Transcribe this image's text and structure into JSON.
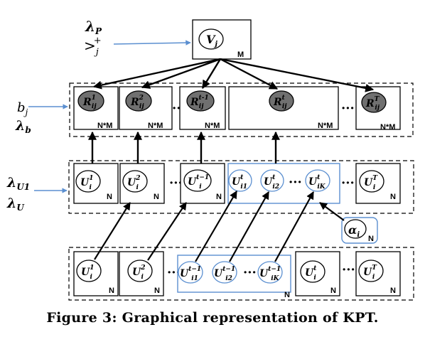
{
  "figure": {
    "caption": "Figure 3: Graphical representation of KPT."
  },
  "colors": {
    "ink": "#000000",
    "observed_fill": "#707070",
    "highlight": "#5b8fd0"
  },
  "params": {
    "lambda_p": "λP",
    "lambda_p_main": "λ",
    "lambda_p_sub": "P",
    "order": ">",
    "order_sub": "j",
    "order_sup": "+",
    "b": "b",
    "b_sub": "j",
    "lambda_b_main": "λ",
    "lambda_b_sub": "b",
    "lambda_u1_main": "λ",
    "lambda_u1_sub": "U1",
    "lambda_u_main": "λ",
    "lambda_u_sub": "U",
    "alpha_main": "α",
    "alpha_sub": "i"
  },
  "v_node": {
    "main": "V",
    "sub": "j",
    "plate": "M"
  },
  "r_nodes": [
    {
      "main": "R",
      "sup": "1",
      "sub": "ij",
      "plate": "N*M"
    },
    {
      "main": "R",
      "sup": "2",
      "sub": "ij",
      "plate": "N*M"
    },
    {
      "main": "R",
      "sup": "t-1",
      "sub": "ij",
      "plate": "N*M"
    },
    {
      "main": "R",
      "sup": "t",
      "sub": "ij",
      "plate": "N*M"
    },
    {
      "main": "R",
      "sup": "T",
      "sub": "ij",
      "plate": "N*M"
    }
  ],
  "u_mid_nodes": [
    {
      "main": "U",
      "sup": "1",
      "sub": "i"
    },
    {
      "main": "U",
      "sup": "2",
      "sub": "i"
    },
    {
      "main": "U",
      "sup": "t−1",
      "sub": "i"
    },
    {
      "main": "U",
      "sup": "t",
      "sub": "i1"
    },
    {
      "main": "U",
      "sup": "t",
      "sub": "i2"
    },
    {
      "main": "U",
      "sup": "t",
      "sub": "iK"
    },
    {
      "main": "U",
      "sup": "T",
      "sub": "i"
    }
  ],
  "u_bot_nodes": [
    {
      "main": "U",
      "sup": "1",
      "sub": "i"
    },
    {
      "main": "U",
      "sup": "2",
      "sub": "i"
    },
    {
      "main": "U",
      "sup": "t−1",
      "sub": "i1"
    },
    {
      "main": "U",
      "sup": "t−1",
      "sub": "i2"
    },
    {
      "main": "U",
      "sup": "t−1",
      "sub": "iK"
    },
    {
      "main": "U",
      "sup": "t",
      "sub": "i"
    },
    {
      "main": "U",
      "sup": "T",
      "sub": "i"
    }
  ],
  "plate_n": "N",
  "ellipsis": "⋯",
  "dots": "···"
}
